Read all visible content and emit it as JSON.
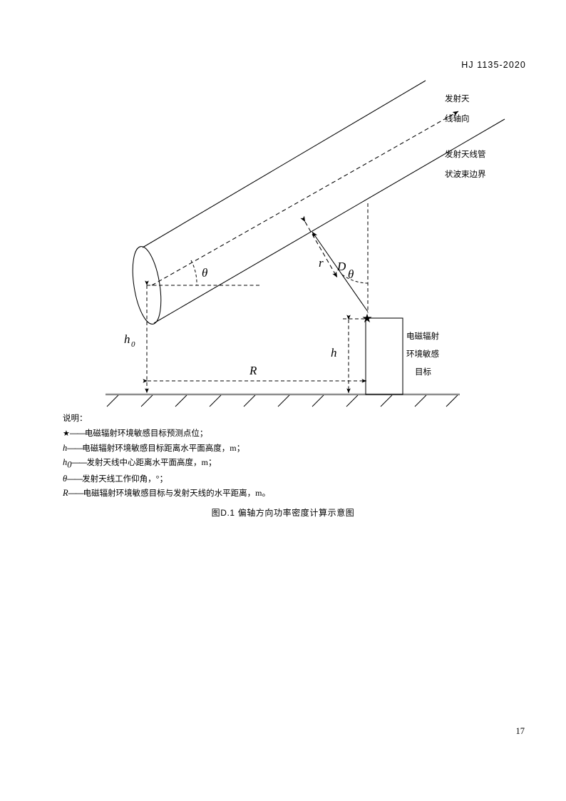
{
  "header": {
    "standard_code": "HJ 1135-2020"
  },
  "figure": {
    "labels": {
      "antenna_axis_line1": "发射天",
      "antenna_axis_line2": "线轴向",
      "beam_boundary_line1": "发射天线管",
      "beam_boundary_line2": "状波束边界",
      "target_line1": "电磁辐射",
      "target_line2": "环境敏感",
      "target_line3": "目标"
    },
    "symbols": {
      "diameter": "D",
      "distance": "r",
      "theta_upper": "θ",
      "theta_lower": "θ",
      "height_antenna": "h",
      "height_antenna_sub": "0",
      "height_target": "h",
      "horizontal_distance": "R"
    },
    "star_marker": "★"
  },
  "legend": {
    "title": "说明：",
    "items": [
      {
        "symbol": "★",
        "symbol_type": "star",
        "dash": "——",
        "text": "电磁辐射环境敏感目标预测点位；",
        "unit": ""
      },
      {
        "symbol": "h",
        "symbol_type": "italic",
        "sub": "",
        "dash": "——",
        "text": "电磁辐射环境敏感目标距离水平面高度，",
        "unit": "m；"
      },
      {
        "symbol": "h",
        "symbol_type": "italic",
        "sub": "0",
        "dash": "——",
        "text": "发射天线中心距离水平面高度，",
        "unit": "m；"
      },
      {
        "symbol": "θ",
        "symbol_type": "italic",
        "sub": "",
        "dash": "——",
        "text": "发射天线工作仰角，",
        "unit": "°；"
      },
      {
        "symbol": "R",
        "symbol_type": "italic",
        "sub": "",
        "dash": "——",
        "text": "电磁辐射环境敏感目标与发射天线的水平距离，",
        "unit": "m。"
      }
    ]
  },
  "caption": {
    "text": "图D.1  偏轴方向功率密度计算示意图"
  },
  "footer": {
    "page_number": "17"
  },
  "colors": {
    "ink": "#000000",
    "ground": "#8d8d8d",
    "paper": "#ffffff"
  }
}
